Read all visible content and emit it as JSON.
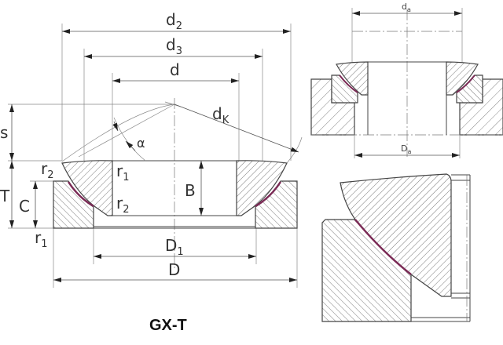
{
  "title": "GX-T",
  "colors": {
    "contact_surface": "#7a2a55",
    "line": "#444444"
  },
  "main_view": {
    "labels": {
      "d2": {
        "base": "d",
        "sub": "2"
      },
      "d3": {
        "base": "d",
        "sub": "3"
      },
      "d": "d",
      "dK": {
        "base": "d",
        "sub": "K"
      },
      "alpha": "α",
      "s": "s",
      "T": "T",
      "C": "C",
      "B": "B",
      "r1_top": {
        "base": "r",
        "sub": "1"
      },
      "r2_top": {
        "base": "r",
        "sub": "2"
      },
      "r2_inner": {
        "base": "r",
        "sub": "2"
      },
      "r1_bottom": {
        "base": "r",
        "sub": "1"
      },
      "D1": {
        "base": "D",
        "sub": "1"
      },
      "D": "D"
    }
  },
  "mounting_view": {
    "labels": {
      "da": {
        "base": "d",
        "sub": "a"
      },
      "Da": {
        "base": "D",
        "sub": "a"
      }
    }
  }
}
